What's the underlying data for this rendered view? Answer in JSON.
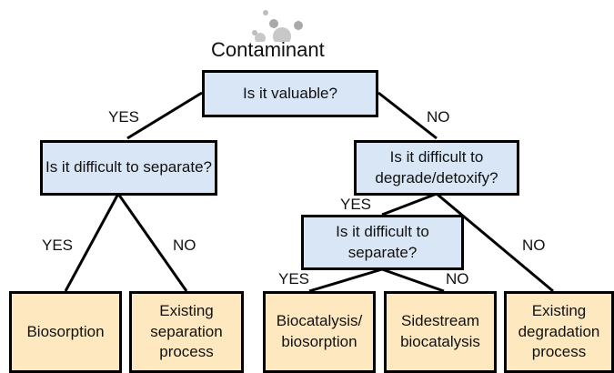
{
  "title": "Contaminant",
  "nodes": {
    "root": "Is it valuable?",
    "q_separate_left": "Is it difficult to separate?",
    "q_degrade": "Is it difficult to degrade/detoxify?",
    "q_separate_mid": "Is it difficult to separate?",
    "leaf_biosorption": "Biosorption",
    "leaf_existing_separation": "Existing separation process",
    "leaf_biocatalysis": "Biocatalysis/ biosorption",
    "leaf_sidestream": "Sidestream biocatalysis",
    "leaf_existing_degradation": "Existing degradation process"
  },
  "edge_labels": {
    "root_yes": "YES",
    "root_no": "NO",
    "left_yes": "YES",
    "left_no": "NO",
    "degrade_yes": "YES",
    "degrade_no": "NO",
    "mid_yes": "YES",
    "mid_no": "NO"
  },
  "colors": {
    "question_fill": "#d9e6f6",
    "leaf_fill": "#fde8c0",
    "stroke": "#000000"
  }
}
